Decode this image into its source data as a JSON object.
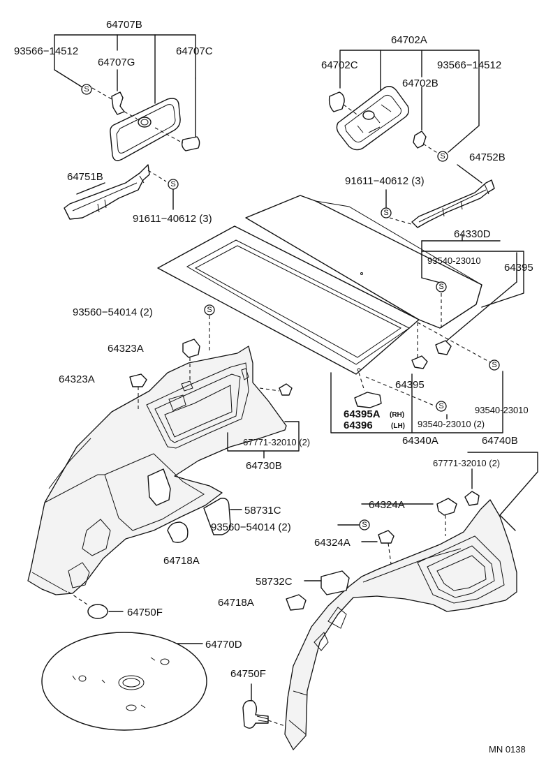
{
  "drawing_code": "MN 0138",
  "symbol": "S",
  "labels": {
    "p64707B": "64707B",
    "p93566_14512_l": "93566−14512",
    "p64707G": "64707G",
    "p64707C": "64707C",
    "p64751B": "64751B",
    "p91611_l": "91611−40612 (3)",
    "p64702A": "64702A",
    "p64702C": "64702C",
    "p93566_14512_r": "93566−14512",
    "p64702B": "64702B",
    "p64752B": "64752B",
    "p91611_r": "91611−40612 (3)",
    "p64330D": "64330D",
    "p93540_23010_a": "93540-23010",
    "p64395_a": "64395",
    "p93560_54014_a": "93560−54014 (2)",
    "p64323A_a": "64323A",
    "p64323A_b": "64323A",
    "p64395_b": "64395",
    "p64395A": "64395A",
    "p_rh": "(RH)",
    "p64396": "64396",
    "p_lh": "(LH)",
    "p93540_23010_b": "93540-23010",
    "p93540_23010_c": "93540-23010 (2)",
    "p64340A": "64340A",
    "p64740B": "64740B",
    "p67771_a": "67771-32010 (2)",
    "p64730B": "64730B",
    "p67771_b": "67771-32010 (2)",
    "p58731C": "58731C",
    "p93560_54014_b": "93560−54014 (2)",
    "p64324A_a": "64324A",
    "p64324A_b": "64324A",
    "p64718A_a": "64718A",
    "p58732C": "58732C",
    "p64718A_b": "64718A",
    "p64750F_a": "64750F",
    "p64770D": "64770D",
    "p64750F_b": "64750F"
  }
}
